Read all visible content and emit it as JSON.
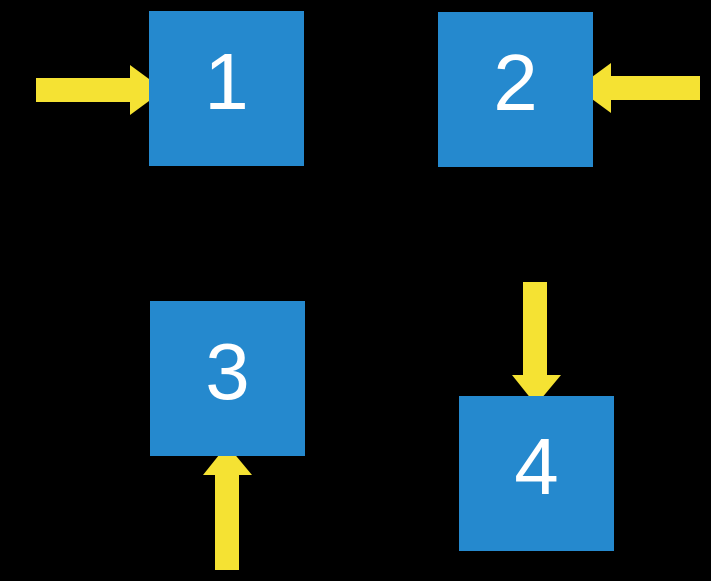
{
  "canvas": {
    "background": "#000000"
  },
  "colors": {
    "square": "#2589ce",
    "arrow": "#f5e233",
    "number": "#ffffff"
  },
  "squares": [
    {
      "label": "1",
      "position": "top-left",
      "arrow_direction": "right",
      "arrow_enters_from": "left side"
    },
    {
      "label": "2",
      "position": "top-right",
      "arrow_direction": "left",
      "arrow_enters_from": "right side"
    },
    {
      "label": "3",
      "position": "bottom-left",
      "arrow_direction": "up",
      "arrow_enters_from": "bottom side"
    },
    {
      "label": "4",
      "position": "bottom-right",
      "arrow_direction": "down",
      "arrow_enters_from": "top side"
    }
  ]
}
